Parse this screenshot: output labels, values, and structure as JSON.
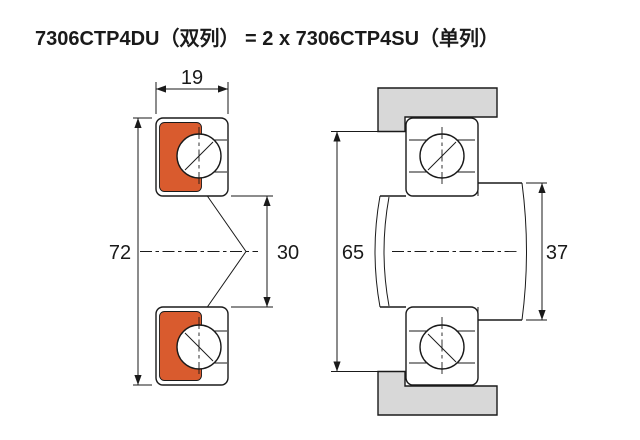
{
  "title": "7306CTP4DU（双列） = 2 x 7306CTP4SU（单列）",
  "left_view": {
    "dim_width": "19",
    "dim_outer_diameter": "72",
    "dim_bore": "30"
  },
  "right_view": {
    "dim_housing_shoulder": "65",
    "dim_shaft_shoulder": "37"
  },
  "colors": {
    "cage": "#d95b2e",
    "housing": "#d8d8d8",
    "line": "#1a1a1a",
    "background": "#ffffff"
  }
}
